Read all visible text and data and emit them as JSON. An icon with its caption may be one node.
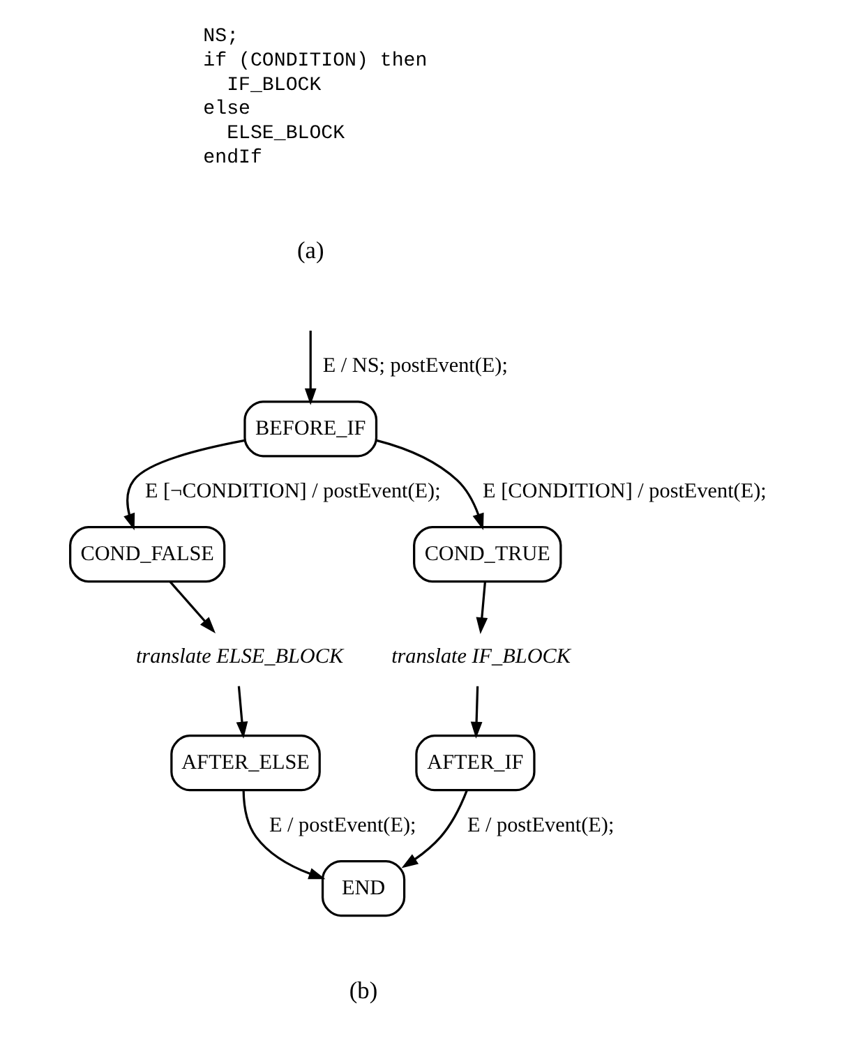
{
  "diagram": {
    "nodes": [
      {
        "text": [
          "BEFORE_IF"
        ]
      },
      {
        "text": [
          "COND_FALSE"
        ]
      },
      {
        "text": [
          "COND_TRUE"
        ]
      },
      {
        "text": [
          "translate ELSE_BLOCK"
        ]
      },
      {
        "text": [
          "translate IF_BLOCK"
        ]
      },
      {
        "text": [
          "AFTER_ELSE"
        ]
      },
      {
        "text": [
          "AFTER_IF"
        ]
      },
      {
        "text": [
          "END"
        ]
      }
    ],
    "edges": [
      {
        "from": null,
        "to": 0,
        "arrow": "to",
        "label": "E / NS; postEvent(E);"
      },
      {
        "from": 0,
        "to": 1,
        "arrow": "to",
        "label": "E [¬CONDITION] / postEvent(E);"
      },
      {
        "from": 0,
        "to": 2,
        "arrow": "to",
        "label": "E [CONDITION] / postEvent(E);"
      },
      {
        "from": 1,
        "to": 3,
        "arrow": "to"
      },
      {
        "from": 2,
        "to": 4,
        "arrow": "to"
      },
      {
        "from": 3,
        "to": 5,
        "arrow": "to"
      },
      {
        "from": 4,
        "to": 6,
        "arrow": "to"
      },
      {
        "from": 5,
        "to": 7,
        "arrow": "to",
        "label": "E / postEvent(E);"
      },
      {
        "from": 6,
        "to": 7,
        "arrow": "to",
        "label": "E / postEvent(E);"
      }
    ],
    "labels": [
      "NS;",
      "if (CONDITION) then",
      "IF_BLOCK",
      "else",
      "ELSE_BLOCK",
      "endIf",
      "(a)",
      "(b)"
    ]
  }
}
